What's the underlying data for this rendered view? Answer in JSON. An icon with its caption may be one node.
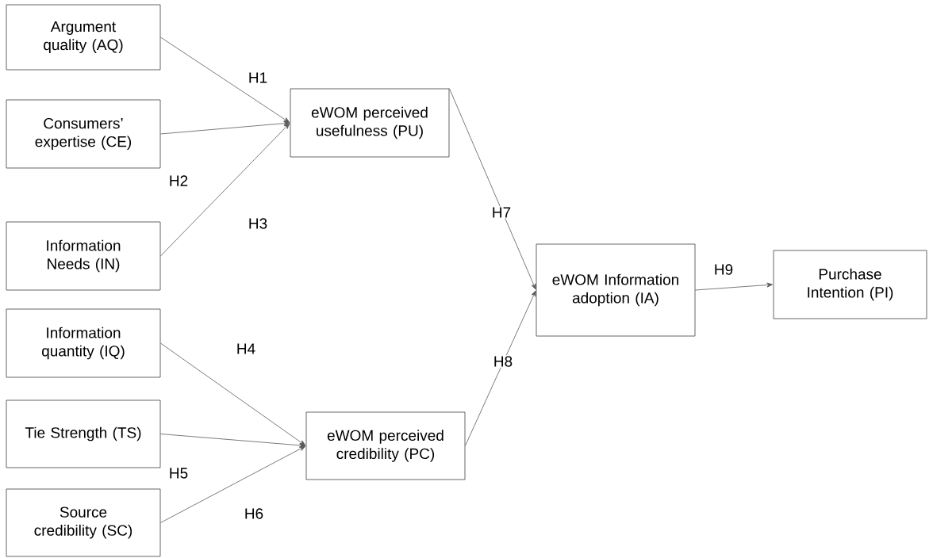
{
  "diagram": {
    "nodes": [
      {
        "text": [
          "Argument quality (AQ)"
        ]
      },
      {
        "text": [
          "Consumers’ expertise (CE)"
        ]
      },
      {
        "text": [
          "Information Needs (IN)"
        ]
      },
      {
        "text": [
          "Information quantity (IQ)"
        ]
      },
      {
        "text": [
          "Tie Strength (TS)"
        ]
      },
      {
        "text": [
          "Source credibility (SC)"
        ]
      },
      {
        "text": [
          "eWOM perceived usefulness (PU)"
        ]
      },
      {
        "text": [
          "eWOM perceived credibility (PC)"
        ]
      },
      {
        "text": [
          "eWOM Information adoption (IA)"
        ]
      },
      {
        "text": [
          "Purchase Intention (PI)"
        ]
      }
    ],
    "edges": [
      {
        "from": 0,
        "to": 6,
        "arrow": "to",
        "label": "H1"
      },
      {
        "from": 1,
        "to": 6,
        "arrow": "to",
        "label": "H2"
      },
      {
        "from": 2,
        "to": 6,
        "arrow": "to",
        "label": "H3"
      },
      {
        "from": 3,
        "to": 7,
        "arrow": "to",
        "label": "H4"
      },
      {
        "from": 4,
        "to": 7,
        "arrow": "to",
        "label": "H5"
      },
      {
        "from": 5,
        "to": 7,
        "arrow": "to",
        "label": "H6"
      },
      {
        "from": 6,
        "to": 8,
        "arrow": "to",
        "label": "H7"
      },
      {
        "from": 7,
        "to": 8,
        "arrow": "to",
        "label": "H8"
      },
      {
        "from": 8,
        "to": 9,
        "arrow": "to",
        "label": "H9"
      }
    ]
  }
}
